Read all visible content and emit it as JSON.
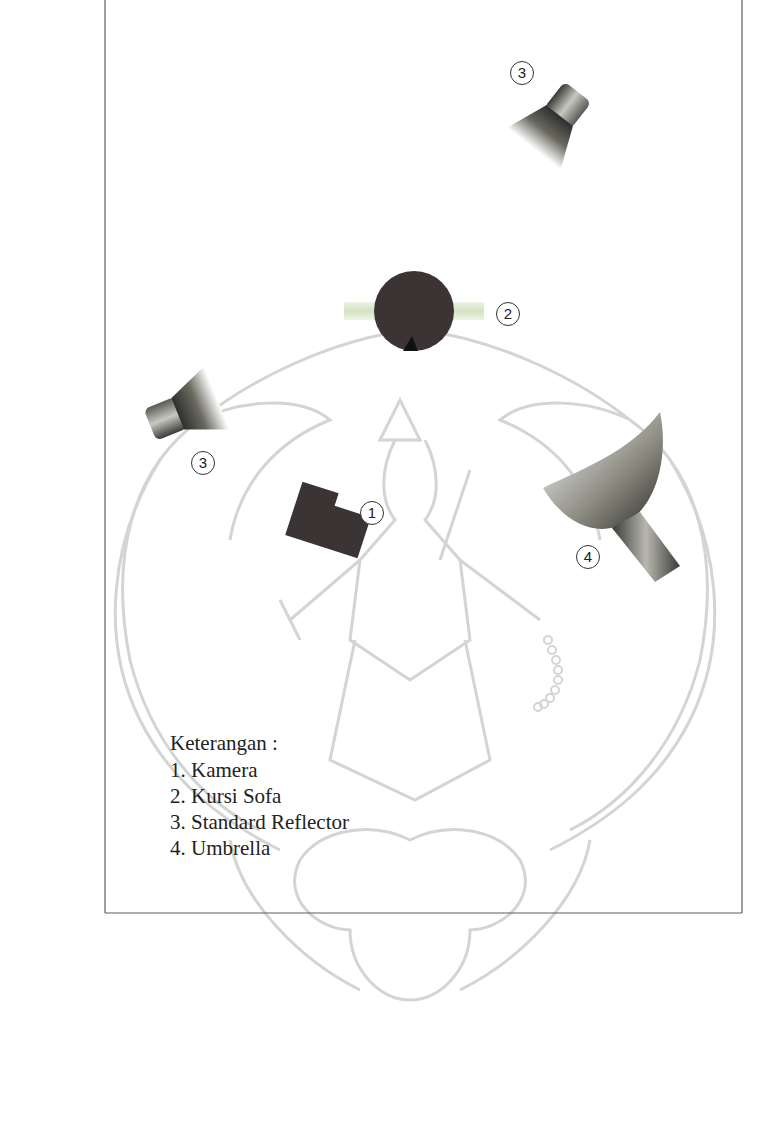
{
  "diagram": {
    "labels": [
      "3",
      "2",
      "3",
      "1",
      "4",
      "Keterangan :",
      "1. Kamera",
      "2. Kursi Sofa",
      "3. Standard Reflector",
      "4. Umbrella"
    ]
  }
}
